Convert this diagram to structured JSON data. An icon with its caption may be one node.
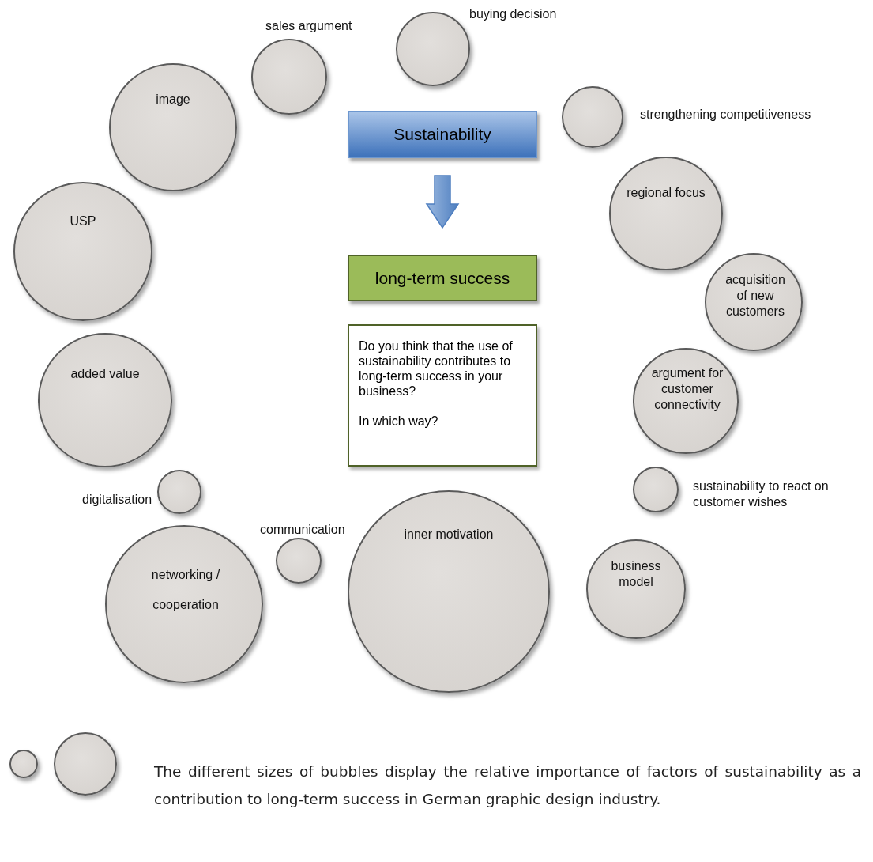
{
  "diagram": {
    "caption": "The different sizes of bubbles display the relative importance of factors of sustainability as a contribution to long-term success in German graphic design industry.",
    "nodes": [
      {
        "text": [],
        "shape": "circle",
        "beside": [
          "buying decision"
        ]
      },
      {
        "text": [],
        "shape": "circle",
        "beside": [
          "sales argument"
        ]
      },
      {
        "text": [
          "image"
        ]
      },
      {
        "text": [
          "Sustainability"
        ]
      },
      {
        "text": [],
        "shape": "circle",
        "beside": [
          "strengthening competitiveness"
        ]
      },
      {
        "text": [
          "regional focus"
        ]
      },
      {
        "text": [
          "USP"
        ]
      },
      {
        "text": [
          "long-term success"
        ]
      },
      {
        "text": [
          "acquisition of new customers"
        ]
      },
      {
        "text": [
          "Do you think that the use of sustainability contributes to long-term success in your business?",
          "In which way?"
        ]
      },
      {
        "text": [
          "added value"
        ]
      },
      {
        "text": [
          "argument for customer connectivity"
        ]
      },
      {
        "text": [],
        "shape": "circle",
        "beside": [
          "digitalisation"
        ]
      },
      {
        "text": [],
        "shape": "circle",
        "beside": [
          "sustainability to react on customer wishes"
        ]
      },
      {
        "text": [],
        "shape": "circle",
        "beside": [
          "communication"
        ]
      },
      {
        "text": [
          "inner motivation"
        ]
      },
      {
        "text": [
          "business model"
        ]
      },
      {
        "text": [
          "networking / cooperation"
        ]
      },
      {
        "text": [],
        "shape": "circle"
      },
      {
        "text": [],
        "shape": "circle"
      }
    ],
    "edges": [
      {
        "from": 3,
        "to": 7,
        "arrow": "to",
        "style": "thick"
      }
    ]
  }
}
